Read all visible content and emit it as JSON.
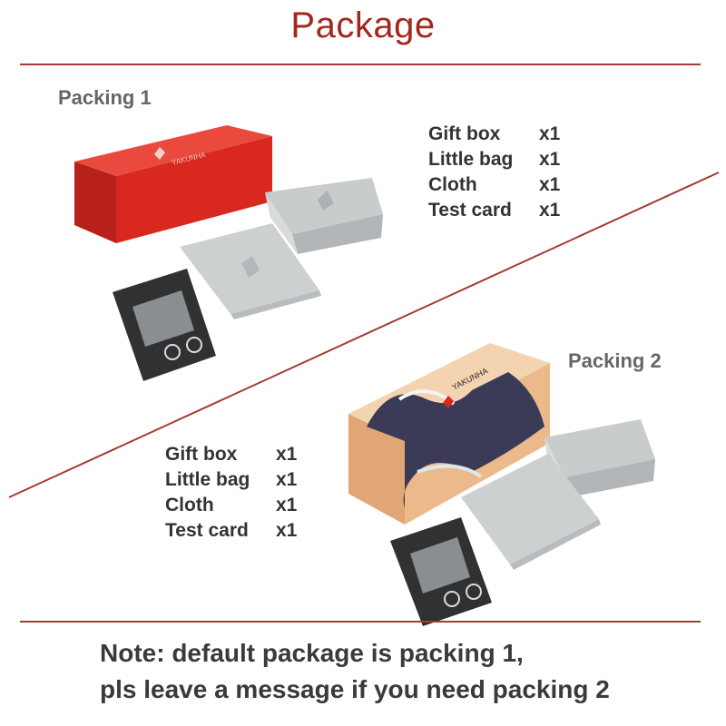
{
  "page_title": "Package",
  "packing_1": {
    "label": "Packing 1",
    "items": [
      {
        "name": "Gift box",
        "qty": "x1"
      },
      {
        "name": "Little bag",
        "qty": "x1"
      },
      {
        "name": "Cloth",
        "qty": "x1"
      },
      {
        "name": "Test card",
        "qty": "x1"
      }
    ]
  },
  "packing_2": {
    "label": "Packing 2",
    "items": [
      {
        "name": "Gift box",
        "qty": "x1"
      },
      {
        "name": "Little bag",
        "qty": "x1"
      },
      {
        "name": "Cloth",
        "qty": "x1"
      },
      {
        "name": "Test card",
        "qty": "x1"
      }
    ]
  },
  "note": {
    "line1": "Note: default package is packing 1,",
    "line2": "pls leave a message if you need packing 2"
  },
  "colors": {
    "title": "#a3271d",
    "rule": "#a53b33",
    "red_box": "#d8281f",
    "cloth": "#c9cccd",
    "card": "#2f3133"
  }
}
